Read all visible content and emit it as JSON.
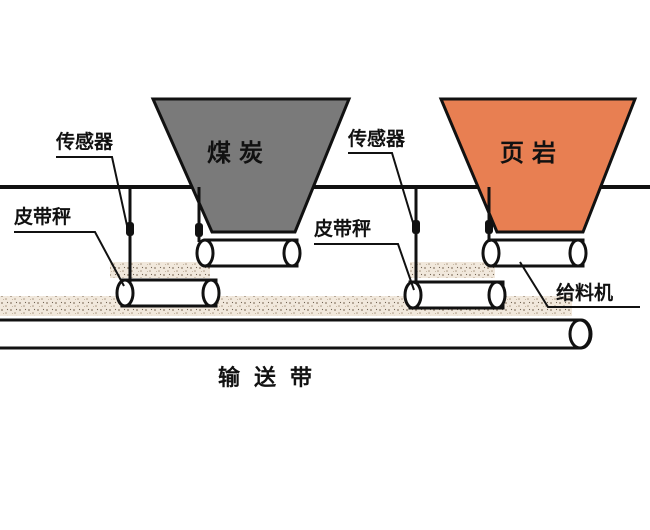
{
  "colors": {
    "coal_hopper": "#7a7a7a",
    "shale_hopper": "#e87f52",
    "outline": "#111111",
    "material": "#c9b9a6",
    "roller_fill": "#ffffff"
  },
  "labels": {
    "sensor_left": "传感器",
    "sensor_right": "传感器",
    "belt_scale_left": "皮带秤",
    "belt_scale_right": "皮带秤",
    "hopper_coal": "煤炭",
    "hopper_shale": "页岩",
    "feeder": "给料机",
    "conveyor": "输送带"
  }
}
